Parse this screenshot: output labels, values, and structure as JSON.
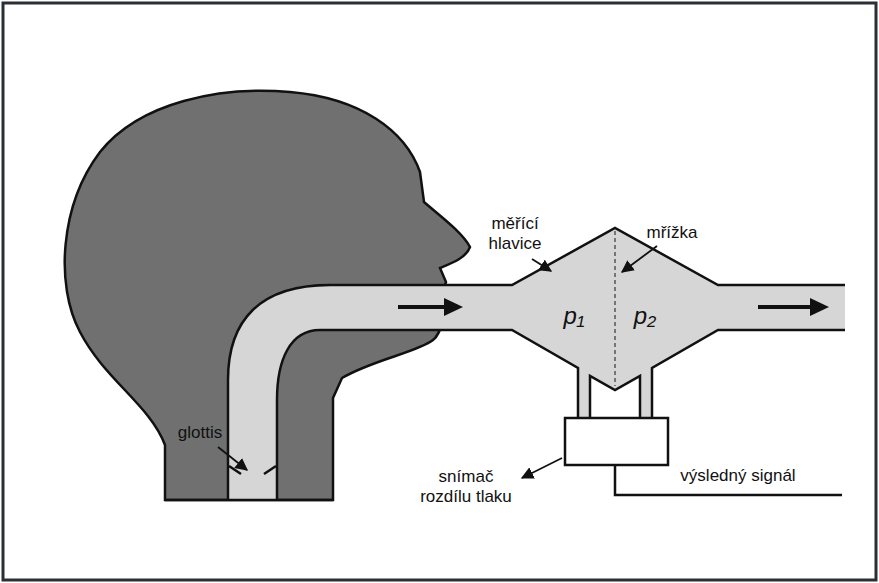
{
  "diagram": {
    "labels": [
      "měřící hlavice",
      "mřížka",
      "p₁",
      "p₂",
      "glottis",
      "snímač rozdílu tlaku",
      "výsledný signál"
    ]
  }
}
